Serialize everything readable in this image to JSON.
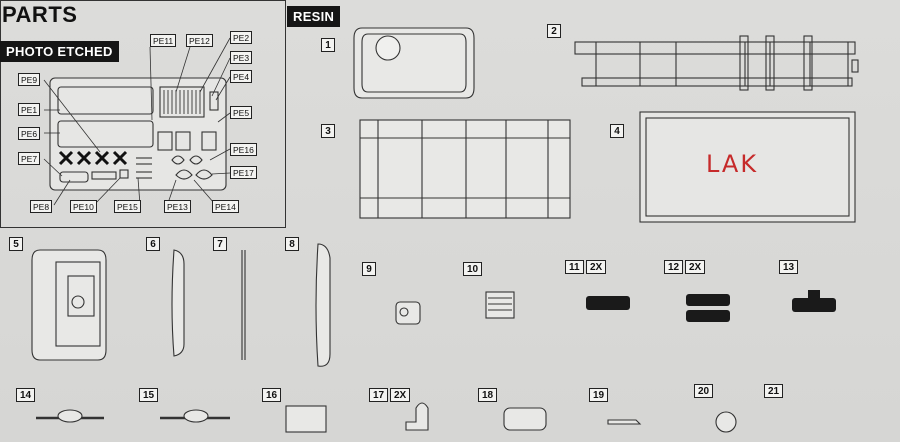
{
  "headers": {
    "parts": "PARTS",
    "photo_etched": "PHOTO ETCHED",
    "resin": "RESIN"
  },
  "pe_labels": {
    "pe1": "PE1",
    "pe2": "PE2",
    "pe3": "PE3",
    "pe4": "PE4",
    "pe5": "PE5",
    "pe6": "PE6",
    "pe7": "PE7",
    "pe8": "PE8",
    "pe9": "PE9",
    "pe10": "PE10",
    "pe11": "PE11",
    "pe12": "PE12",
    "pe13": "PE13",
    "pe14": "PE14",
    "pe15": "PE15",
    "pe16": "PE16",
    "pe17": "PE17"
  },
  "parts": {
    "n1": "1",
    "n2": "2",
    "n3": "3",
    "n4": "4",
    "n5": "5",
    "n6": "6",
    "n7": "7",
    "n8": "8",
    "n9": "9",
    "n10": "10",
    "n11": "11",
    "n12": "12",
    "n13": "13",
    "n14": "14",
    "n15": "15",
    "n16": "16",
    "n17": "17",
    "n18": "18",
    "n19": "19",
    "n20": "20",
    "n21": "21"
  },
  "quantities": {
    "q11": "2X",
    "q12": "2X",
    "q17": "2X"
  },
  "handwritten_note": "LAK",
  "colors": {
    "paper": "#d9d9d7",
    "ink": "#222222",
    "note_red": "#c62a2a",
    "resin_dark": "#1a1a1a"
  }
}
